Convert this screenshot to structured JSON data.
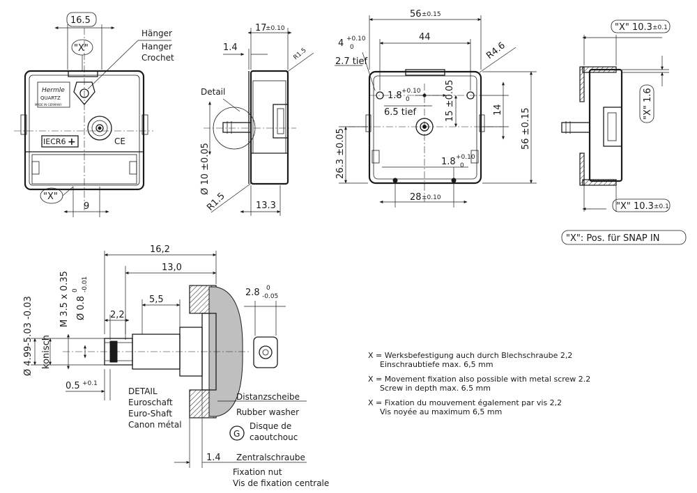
{
  "dimensions": {
    "front_width_16_5": "16.5",
    "x_mark": "\"X\"",
    "front_9": "9",
    "side_17": "17",
    "side_17_tol": "±0.10",
    "side_1_4": "1.4",
    "side_r1_5_top": "R1.5",
    "side_r1_5_bot": "R1.5",
    "side_13_3": "13.3",
    "side_dia10": "Ø 10 ±0.05",
    "back_56": "56",
    "back_56_tol": "±0.15",
    "back_44": "44",
    "back_r4_6": "R4.6",
    "back_4": "4",
    "back_4_tol_up": "+0.10",
    "back_4_tol_lo": "0",
    "back_2_7": "2.7 tief",
    "back_1_8": "1.8",
    "back_1_8_up": "+0.10",
    "back_1_8_lo": "0",
    "back_6_5": "6.5 tief",
    "back_15": "15 ±0.05",
    "back_14": "14",
    "back_56_v": "56 ±0.15",
    "back_26_3": "26.3 ±0.05",
    "back_1_8b": "1.8",
    "back_1_8b_up": "+0.10",
    "back_1_8b_lo": "0",
    "back_28": "28",
    "back_28_tol": "±0.10",
    "snap_top": "\"X\" 10.3",
    "snap_top_tol": "±0.1",
    "snap_mid": "\"X\" 1.6",
    "snap_bot": "\"X\" 10.3",
    "snap_bot_tol": "±0.1",
    "snap_note": "\"X\": Pos. für SNAP IN",
    "shaft_16_2": "16,2",
    "shaft_13_0": "13,0",
    "shaft_5_5": "5,5",
    "shaft_2_2": "2,2",
    "shaft_m35": "M 3.5 x 0.35",
    "shaft_d08": "Ø 0.8",
    "shaft_d08_up": "0",
    "shaft_d08_lo": "-0.01",
    "shaft_d499": "Ø 4.99-5.03 -0.03",
    "shaft_konisch": "konisch",
    "shaft_0_5": "0.5",
    "shaft_0_5_tol": "+0.1",
    "shaft_1_4": "1.4",
    "nut_2_8": "2.8",
    "nut_2_8_up": "0",
    "nut_2_8_lo": "-0.05"
  },
  "labels": {
    "haenger": "Hänger",
    "hanger": "Hanger",
    "crochet": "Crochet",
    "detail": "Detail",
    "detail_caps": "DETAIL",
    "euroschaft": "Euroschaft",
    "euro_shaft": "Euro-Shaft",
    "canon": "Canon métal",
    "distanz": "Distanzscheibe",
    "rubber": "Rubber washer",
    "disque": "Disque de",
    "caoutchouc": "caoutchouc",
    "g_mark": "G",
    "zentral": "Zentralschraube",
    "fixation_nut": "Fixation nut",
    "vis_fix": "Vis de fixation centrale",
    "brand": "Hermle",
    "quartz": "QUARTZ",
    "made_in": "MADE IN GERMANY",
    "battery": "IECR6",
    "battery_plus": "+",
    "ce": "CE"
  },
  "notes": [
    {
      "line1": "X = Werksbefestigung auch durch Blechschraube 2,2",
      "line2": "Einschraubtiefe max. 6,5 mm"
    },
    {
      "line1": "X = Movement fixation also possible with metal screw 2.2",
      "line2": "Screw in depth max. 6.5 mm"
    },
    {
      "line1": "X = Fixation du mouvement également par vis 2,2",
      "line2": "Vis noyée au maximum 6,5 mm"
    }
  ]
}
